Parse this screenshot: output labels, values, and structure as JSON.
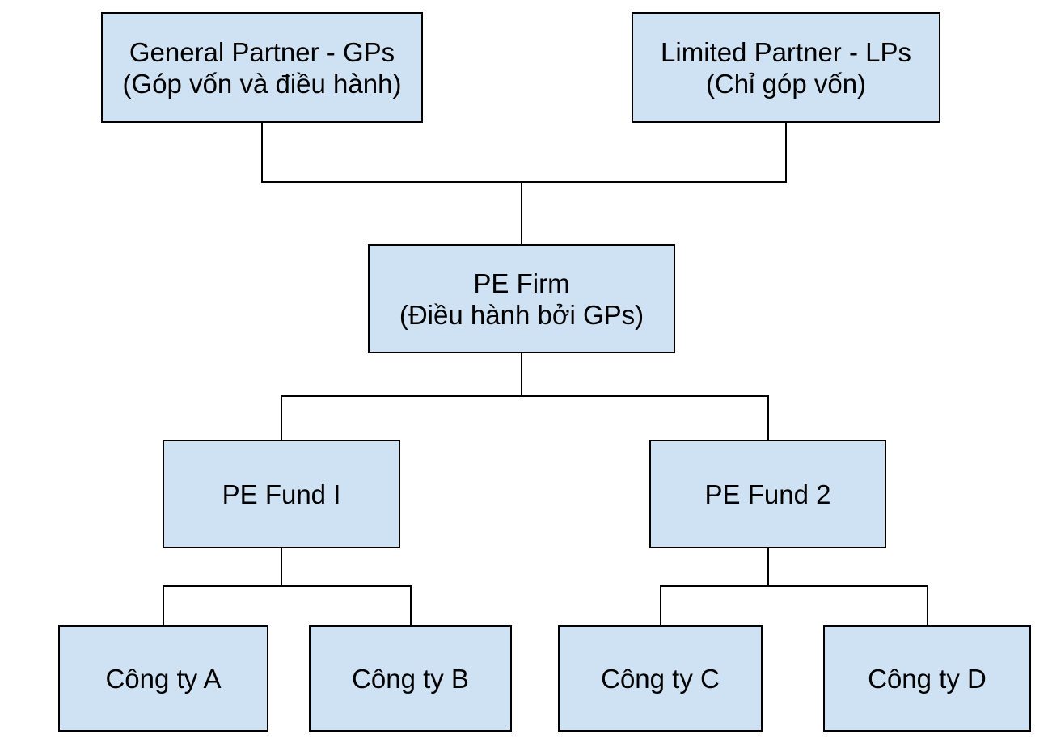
{
  "colors": {
    "background": "#ffffff",
    "node_fill": "#cfe2f3",
    "node_border": "#000000",
    "connector": "#000000",
    "text": "#000000"
  },
  "diagram_type": "org-chart",
  "nodes": {
    "gp": {
      "line1": "General Partner - GPs",
      "line2": "(Góp vốn và điều hành)"
    },
    "lp": {
      "line1": "Limited Partner - LPs",
      "line2": "(Chỉ góp vốn)"
    },
    "pe_firm": {
      "line1": "PE Firm",
      "line2": "(Điều hành bởi GPs)"
    },
    "fund1": {
      "label": "PE Fund I"
    },
    "fund2": {
      "label": "PE Fund 2"
    },
    "comp_a": {
      "label": "Công ty A"
    },
    "comp_b": {
      "label": "Công ty B"
    },
    "comp_c": {
      "label": "Công ty C"
    },
    "comp_d": {
      "label": "Công ty D"
    }
  },
  "edges": [
    {
      "from": "gp",
      "to": "pe_firm"
    },
    {
      "from": "lp",
      "to": "pe_firm"
    },
    {
      "from": "pe_firm",
      "to": "fund1"
    },
    {
      "from": "pe_firm",
      "to": "fund2"
    },
    {
      "from": "fund1",
      "to": "comp_a"
    },
    {
      "from": "fund1",
      "to": "comp_b"
    },
    {
      "from": "fund2",
      "to": "comp_c"
    },
    {
      "from": "fund2",
      "to": "comp_d"
    }
  ]
}
